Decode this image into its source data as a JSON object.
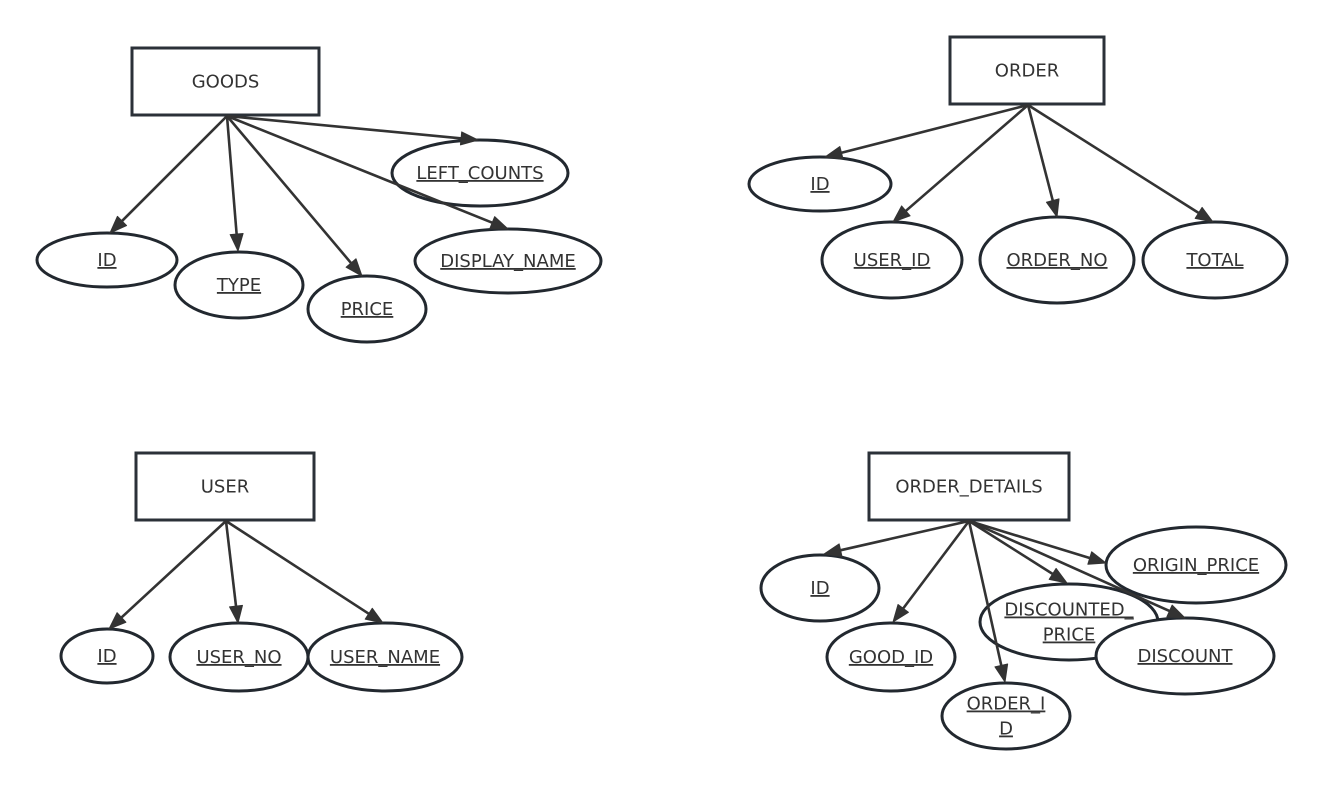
{
  "diagram": {
    "type": "ER diagram",
    "colors": {
      "stroke": "#2b3138",
      "edge": "#333333",
      "text": "#333333",
      "background": "#ffffff"
    },
    "entities": [
      {
        "id": "goods",
        "label": "GOODS",
        "attributes": [
          {
            "id": "goods-id",
            "lines": [
              "ID"
            ]
          },
          {
            "id": "goods-type",
            "lines": [
              "TYPE"
            ]
          },
          {
            "id": "goods-price",
            "lines": [
              "PRICE"
            ]
          },
          {
            "id": "goods-left-counts",
            "lines": [
              "LEFT_COUNTS"
            ]
          },
          {
            "id": "goods-display-name",
            "lines": [
              "DISPLAY_NAME"
            ]
          }
        ]
      },
      {
        "id": "order",
        "label": "ORDER",
        "attributes": [
          {
            "id": "order-id",
            "lines": [
              "ID"
            ]
          },
          {
            "id": "order-user-id",
            "lines": [
              "USER_ID"
            ]
          },
          {
            "id": "order-order-no",
            "lines": [
              "ORDER_NO"
            ]
          },
          {
            "id": "order-total",
            "lines": [
              "TOTAL"
            ]
          }
        ]
      },
      {
        "id": "user",
        "label": "USER",
        "attributes": [
          {
            "id": "user-id",
            "lines": [
              "ID"
            ]
          },
          {
            "id": "user-user-no",
            "lines": [
              "USER_NO"
            ]
          },
          {
            "id": "user-user-name",
            "lines": [
              "USER_NAME"
            ]
          }
        ]
      },
      {
        "id": "order-details",
        "label": "ORDER_DETAILS",
        "attributes": [
          {
            "id": "od-id",
            "lines": [
              "ID"
            ]
          },
          {
            "id": "od-good-id",
            "lines": [
              "GOOD_ID"
            ]
          },
          {
            "id": "od-order-id",
            "lines": [
              "ORDER_I",
              "D"
            ]
          },
          {
            "id": "od-discounted-price",
            "lines": [
              "DISCOUNTED_",
              "PRICE"
            ]
          },
          {
            "id": "od-origin-price",
            "lines": [
              "ORIGIN_PRICE"
            ]
          },
          {
            "id": "od-discount",
            "lines": [
              "DISCOUNT"
            ]
          }
        ]
      }
    ]
  }
}
